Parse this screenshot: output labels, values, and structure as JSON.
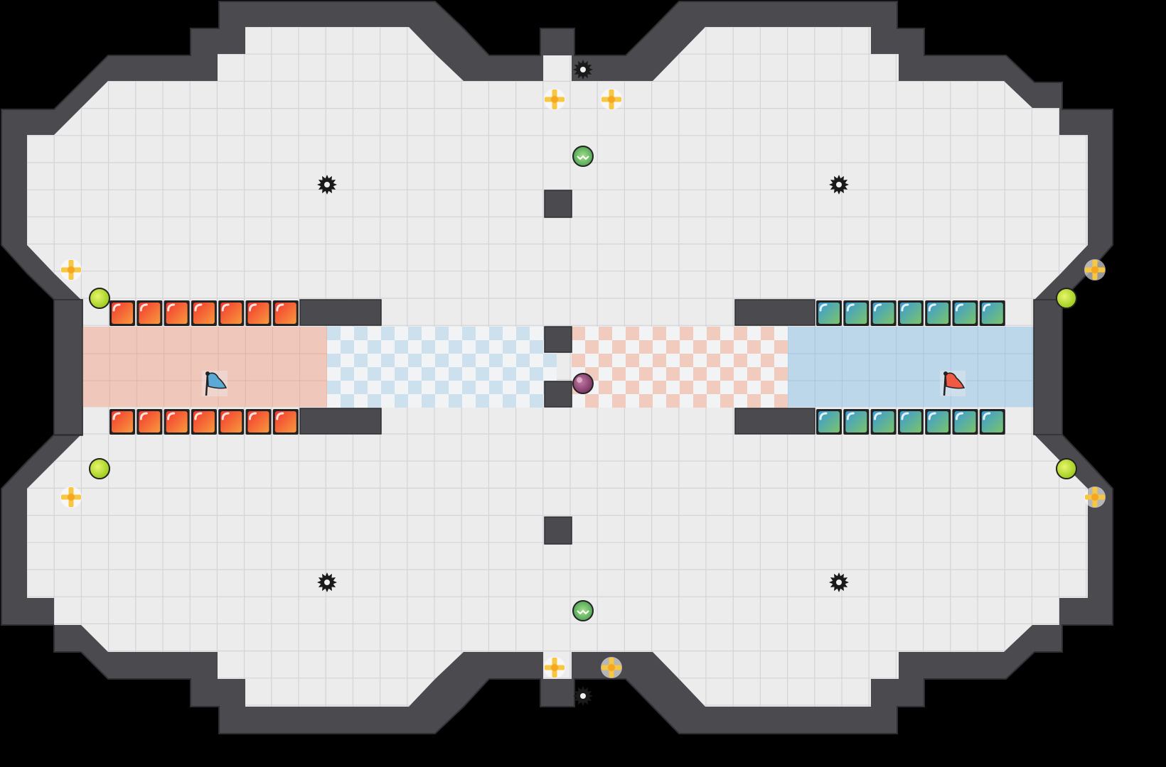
{
  "map": {
    "colors": {
      "background": "#000000",
      "floor": "#ececed",
      "floor_line": "#d4d4d8",
      "wall": "#4a4a4f",
      "wall_edge": "#2f2f33",
      "red_zone": "#f0c8bb",
      "blue_zone": "#bcd6ea",
      "red_check": "#f2cbbf",
      "blue_check": "#cde0ee",
      "red_gate_top": "#f04a3a",
      "red_gate_bottom": "#f79a40",
      "blue_gate_top": "#3f9fd0",
      "blue_gate_bottom": "#6cc07a",
      "boost": "#f7c740",
      "powerup": "#b8e02a",
      "spike": "#1a1a1a",
      "ball": "#9a4a7a",
      "portal": "#6bbd5a"
    }
  },
  "entities": {
    "flags": [
      {
        "team": "red",
        "icon": "blue-flag-icon"
      },
      {
        "team": "blue",
        "icon": "red-flag-icon"
      }
    ],
    "ball": {
      "icon": "ball-icon"
    },
    "spikes": {
      "icon": "spike-icon",
      "count": 6
    },
    "boosts": {
      "icon": "boost-icon",
      "count": 8
    },
    "powerups": {
      "icon": "powerup-icon",
      "count": 4
    },
    "portals": {
      "icon": "portal-icon",
      "count": 2
    },
    "red_gates": {
      "icon": "red-gate-tile",
      "count": 14
    },
    "blue_gates": {
      "icon": "blue-gate-tile",
      "count": 14
    }
  }
}
